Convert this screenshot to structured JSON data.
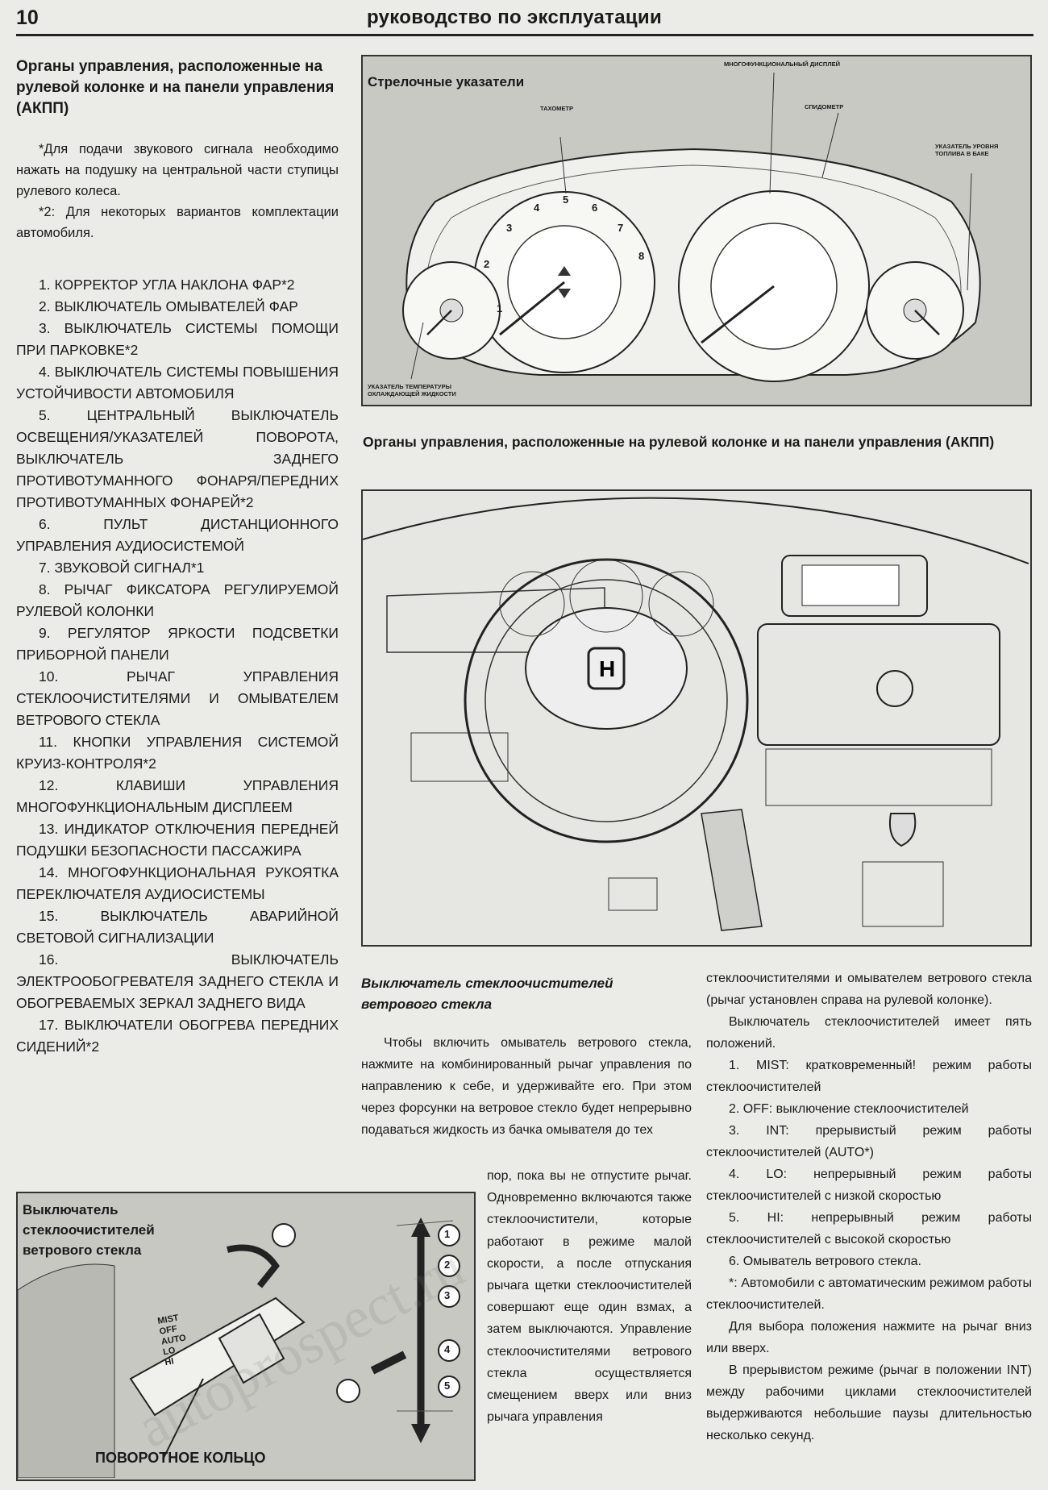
{
  "header": {
    "page_number": "10",
    "title": "руководство по эксплуатации"
  },
  "left_column": {
    "section_title": "Органы управления, расположенные на рулевой колонке и на панели управления (АКПП)",
    "notes": [
      "*Для подачи звукового сигнала необходимо нажать на подушку на центральной части ступицы рулевого колеса.",
      "*2: Для некоторых вариантов комплектации автомобиля."
    ],
    "items": [
      "1. Корректор угла наклона фар*2",
      "2. Выключатель омывателей фар",
      "3. Выключатель системы помощи при парковке*2",
      "4. Выключатель системы повышения устойчивости автомобиля",
      "5. Центральный выключатель освещения/указателей поворота, выключатель заднего противотуманного фонаря/передних противотуманных фонарей*2",
      "6. Пульт дистанционного управления аудиосистемой",
      "7. Звуковой сигнал*1",
      "8. Рычаг фиксатора регулируемой рулевой колонки",
      "9. Регулятор яркости подсветки приборной панели",
      "10. Рычаг управления стеклоочистителями и омывателем ветрового стекла",
      "11. Кнопки управления системой круиз-контроля*2",
      "12. Клавиши управления многофункциональным дисплеем",
      "13. Индикатор отключения передней подушки безопасности пассажира",
      "14. Многофункциональная рукоятка переключателя аудиосистемы",
      "15. Выключатель аварийной световой сигнализации",
      "16. Выключатель электрообогревателя заднего стекла и обогреваемых зеркал заднего вида",
      "17. Выключатели обогрева передних сидений*2"
    ]
  },
  "gauges_figure": {
    "title": "Стрелочные указатели",
    "labels": {
      "tachometer": "Тахометр",
      "display": "Многофункциональный дисплей",
      "speedometer": "Спидометр",
      "fuel": "Указатель уровня топлива в баке",
      "temp": "Указатель температуры охлаждающей жидкости"
    },
    "tach_numbers": [
      "1",
      "2",
      "3",
      "4",
      "5",
      "6",
      "7",
      "8"
    ]
  },
  "dash_figure": {
    "caption": "Органы управления, расположенные на рулевой колонке и на панели управления (АКПП)"
  },
  "wiper_figure": {
    "title": "Выключатель стеклоочистителей ветрового стекла",
    "ring_label": "ПОВОРОТНОЕ КОЛЬЦО",
    "stalk_labels": [
      "MIST",
      "OFF",
      "AUTO",
      "LO",
      "HI"
    ],
    "callouts": [
      "1",
      "2",
      "3",
      "4",
      "5"
    ]
  },
  "wiper_text": {
    "heading": "Выключатель стеклоочистителей ветрового стекла",
    "para1": "Чтобы включить омыватель ветрового стекла, нажмите на комбинированный рычаг управления по направлению к себе, и удерживайте его. При этом через форсунки на ветровое стекло будет непрерывно подаваться жидкость из бачка омывателя до тех",
    "para2": "пор, пока вы не отпустите рычаг. Одновременно включаются также стеклоочистители, которые работают в режиме малой скорости, а после отпускания рычага щетки стеклоочистителей совершают еще один взмах, а затем выключаются. Управление стеклоочистителями ветрового стекла осуществляется смещением вверх или вниз рычага управления",
    "right": [
      "стеклоочистителями и омывателем ветрового стекла (рычаг установлен справа на рулевой колонке).",
      "Выключатель стеклоочистителей имеет пять положений.",
      "1. MIST: кратковременный! режим работы стеклоочистителей",
      "2. OFF: выключение стеклоочистителей",
      "3. INT: прерывистый режим работы стеклоочистителей (AUTO*)",
      "4. LO: непрерывный режим работы стеклоочистителей с низкой скоростью",
      "5. HI: непрерывный режим работы стеклоочистителей с высокой скоростью",
      "6. Омыватель ветрового стекла.",
      "*: Автомобили с автоматическим режимом работы стеклоочистителей.",
      "Для выбора положения нажмите на рычаг вниз или вверх.",
      "В прерывистом режиме (рычаг в положении INT) между рабочими циклами стеклоочистителей выдерживаются небольшие паузы длительностью несколько секунд."
    ]
  },
  "watermark": "autoprospect.ru"
}
